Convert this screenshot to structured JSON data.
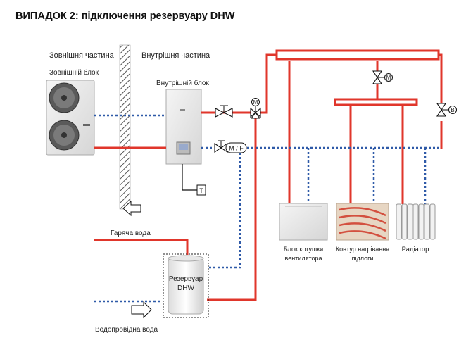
{
  "title": "ВИПАДОК 2: підключення резервуару DHW",
  "labels": {
    "outdoor_side": "Зовнішня частина",
    "indoor_side": "Внутрішня частина",
    "outdoor_unit": "Зовнішній блок",
    "indoor_unit": "Внутрішній блок",
    "hot_water": "Гаряча вода",
    "tap_water": "Водопровідна вода",
    "tank_line1": "Резервуар",
    "tank_line2": "DHW",
    "fan_coil_line1": "Блок котушки",
    "fan_coil_line2": "вентилятора",
    "floor_line1": "Контур нагрівання",
    "floor_line2": "підлоги",
    "radiator": "Радіатор"
  },
  "symbols": {
    "motor_valve": "M",
    "mf_filter": "M / F",
    "temp_sensor": "T",
    "bypass_valve_partial": "B"
  },
  "colors": {
    "supply_pipe": "#e0362b",
    "return_pipe": "#2f5aa8",
    "wall": "#999999"
  }
}
